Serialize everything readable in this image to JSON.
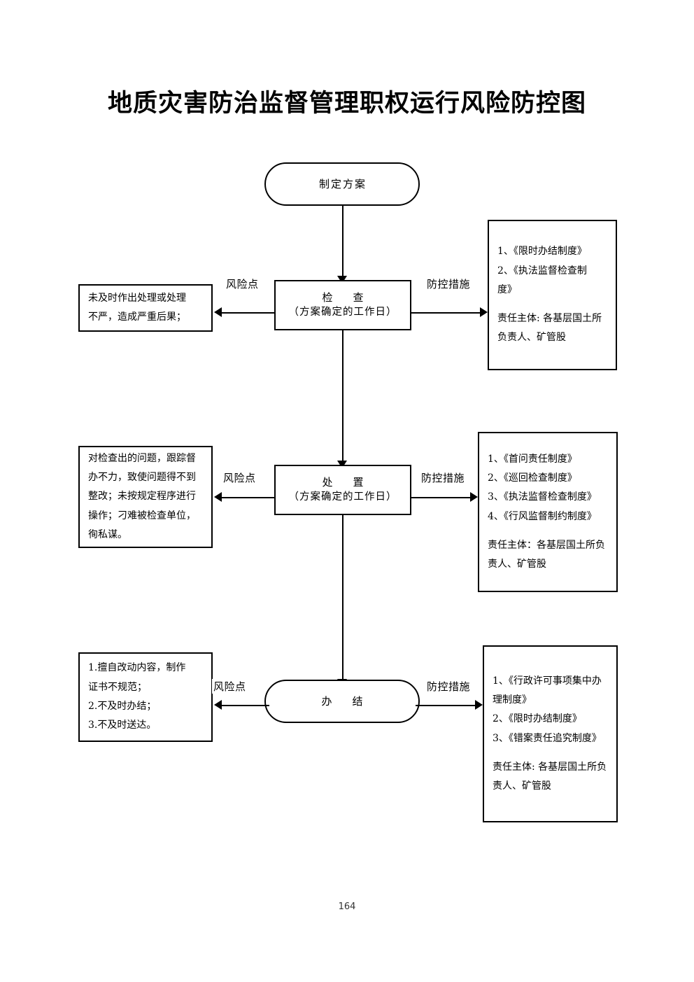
{
  "document": {
    "title": "地质灾害防治监督管理职权运行风险防控图",
    "page_number": "164"
  },
  "edge_labels": {
    "risk": "风险点",
    "measure": "防控措施"
  },
  "flow": {
    "nodes": [
      {
        "id": "plan",
        "shape": "stadium",
        "title": "制定方案",
        "subtitle": ""
      },
      {
        "id": "inspect",
        "shape": "process",
        "title": "检　查",
        "subtitle": "（方案确定的工作日）"
      },
      {
        "id": "dispose",
        "shape": "process",
        "title": "处　置",
        "subtitle": "（方案确定的工作日）"
      },
      {
        "id": "close",
        "shape": "stadium",
        "title": "办　结",
        "subtitle": ""
      }
    ]
  },
  "rows": [
    {
      "id": "row-inspect",
      "risk": {
        "lines": [
          "未及时作出处理或处理",
          "不严，造成严重后果；"
        ]
      },
      "measure": {
        "items": [
          "1、《限时办结制度》",
          "2、《执法监督检查制",
          "度》"
        ],
        "responsibility": [
          "责任主体: 各基层国土所",
          "负责人、矿管股"
        ]
      }
    },
    {
      "id": "row-dispose",
      "risk": {
        "lines": [
          "对检查出的问题，跟踪督",
          "办不力，致使问题得不到",
          "整改；未按规定程序进行",
          "操作；刁难被检查单位，",
          "徇私谋。"
        ]
      },
      "measure": {
        "items": [
          "1、《首问责任制度》",
          "2、《巡回检查制度》",
          "3、《执法监督检查制度》",
          "4、《行风监督制约制度》"
        ],
        "responsibility": [
          "责任主体：各基层国土所负",
          "责人、矿管股"
        ]
      }
    },
    {
      "id": "row-close",
      "risk": {
        "lines": [
          "1.擅自改动内容，制作",
          "证书不规范；",
          "2.不及时办结；",
          "3.不及时送达。"
        ]
      },
      "measure": {
        "items": [
          "1、《行政许可事项集中办",
          "理制度》",
          "2、《限时办结制度》",
          "3、《错案责任追究制度》"
        ],
        "responsibility": [
          "责任主体: 各基层国土所负",
          "责人、矿管股"
        ]
      }
    }
  ],
  "colors": {
    "ink": "#000000",
    "paper": "#ffffff"
  }
}
